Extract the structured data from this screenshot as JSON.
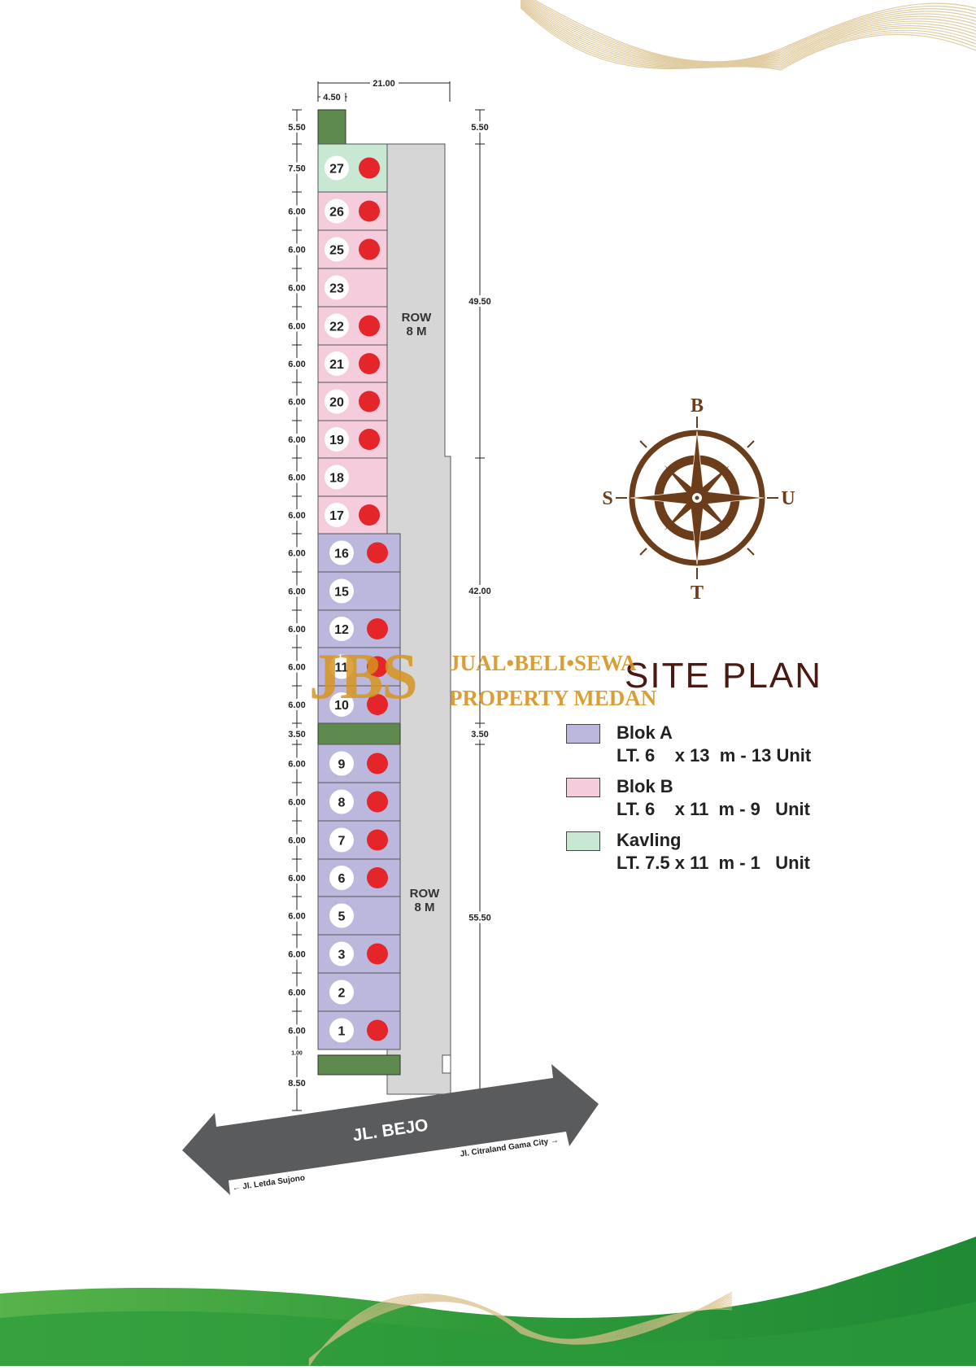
{
  "title": "SITE PLAN",
  "watermark": {
    "logo": "JBS",
    "line1": "JUAL•BELI•SEWA",
    "line2": "PROPERTY MEDAN"
  },
  "compass": {
    "north": "B",
    "south": "T",
    "west": "S",
    "east": "U"
  },
  "colors": {
    "blok_a": "#bcb8dd",
    "blok_b": "#f4ccdc",
    "kavling": "#c8e8d3",
    "road": "#d6d6d6",
    "green_strip": "#5e8a4d",
    "marker": "#e4262b",
    "road_arrow": "#5a5b5d",
    "compass": "#6b3d1a",
    "grass": "#3fa33f"
  },
  "legend": [
    {
      "key": "blok_a",
      "title": "Blok A",
      "desc": "LT. 6    x 13  m - 13 Unit"
    },
    {
      "key": "blok_b",
      "title": "Blok B",
      "desc": "LT. 6    x 11  m - 9   Unit"
    },
    {
      "key": "kavling",
      "title": "Kavling",
      "desc": "LT. 7.5 x 11  m - 1   Unit"
    }
  ],
  "top_dims": {
    "total": "21.00",
    "part": "4.50"
  },
  "left_dims": [
    "5.50",
    "7.50",
    "6.00",
    "6.00",
    "6.00",
    "6.00",
    "6.00",
    "6.00",
    "6.00",
    "6.00",
    "6.00",
    "6.00",
    "6.00",
    "6.00",
    "6.00",
    "6.00",
    "3.50",
    "6.00",
    "6.00",
    "6.00",
    "6.00",
    "6.00",
    "6.00",
    "6.00",
    "6.00",
    "1.00",
    "8.50"
  ],
  "right_dims": [
    "5.50",
    "49.50",
    "42.00",
    "3.50",
    "55.50"
  ],
  "road_labels": {
    "row_upper_1": "ROW",
    "row_upper_2": "8 M",
    "row_lower_1": "ROW",
    "row_lower_2": "8 M",
    "street": "JL. BEJO",
    "to_left": "← Jl. Letda Sujono",
    "to_right": "Jl. Citraland Gama City →"
  },
  "lots": [
    {
      "num": "27",
      "block": "kavling",
      "marked": true
    },
    {
      "num": "26",
      "block": "blok_b",
      "marked": true
    },
    {
      "num": "25",
      "block": "blok_b",
      "marked": true
    },
    {
      "num": "23",
      "block": "blok_b",
      "marked": false
    },
    {
      "num": "22",
      "block": "blok_b",
      "marked": true
    },
    {
      "num": "21",
      "block": "blok_b",
      "marked": true
    },
    {
      "num": "20",
      "block": "blok_b",
      "marked": true
    },
    {
      "num": "19",
      "block": "blok_b",
      "marked": true
    },
    {
      "num": "18",
      "block": "blok_b",
      "marked": false
    },
    {
      "num": "17",
      "block": "blok_b",
      "marked": true
    },
    {
      "num": "16",
      "block": "blok_a",
      "marked": true
    },
    {
      "num": "15",
      "block": "blok_a",
      "marked": false
    },
    {
      "num": "12",
      "block": "blok_a",
      "marked": true
    },
    {
      "num": "11",
      "block": "blok_a",
      "marked": true
    },
    {
      "num": "10",
      "block": "blok_a",
      "marked": true
    },
    {
      "num": "9",
      "block": "blok_a",
      "marked": true
    },
    {
      "num": "8",
      "block": "blok_a",
      "marked": true
    },
    {
      "num": "7",
      "block": "blok_a",
      "marked": true
    },
    {
      "num": "6",
      "block": "blok_a",
      "marked": true
    },
    {
      "num": "5",
      "block": "blok_a",
      "marked": false
    },
    {
      "num": "3",
      "block": "blok_a",
      "marked": true
    },
    {
      "num": "2",
      "block": "blok_a",
      "marked": false
    },
    {
      "num": "1",
      "block": "blok_a",
      "marked": true
    }
  ]
}
